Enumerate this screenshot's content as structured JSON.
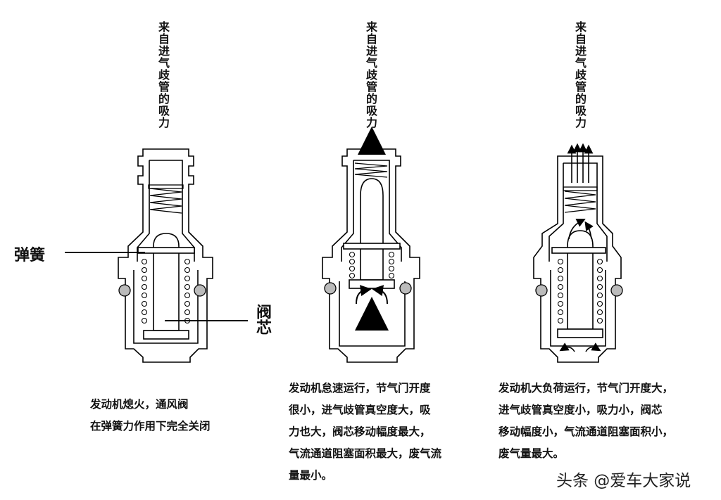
{
  "suction_label": "来自进气歧管的吸力",
  "labels": {
    "spring": "弹簧",
    "valve_core": "阀芯"
  },
  "captions": {
    "off": "发动机熄火，通风阀\n在弹簧力作用下完全关闭",
    "idle": "发动机怠速运行，节气门开度\n很小，进气歧管真空度大，吸\n力也大，阀芯移动幅度最大，\n气流通道阻塞面积最大，废气流\n量最小。",
    "full_load": "发动机大负荷运行，节气门开度大，\n进气歧管真空度小，吸力小，阀芯\n移动幅度小，气流通道阻塞面积小，\n废气量最大。"
  },
  "watermark": "头条 @爱车大家说"
}
